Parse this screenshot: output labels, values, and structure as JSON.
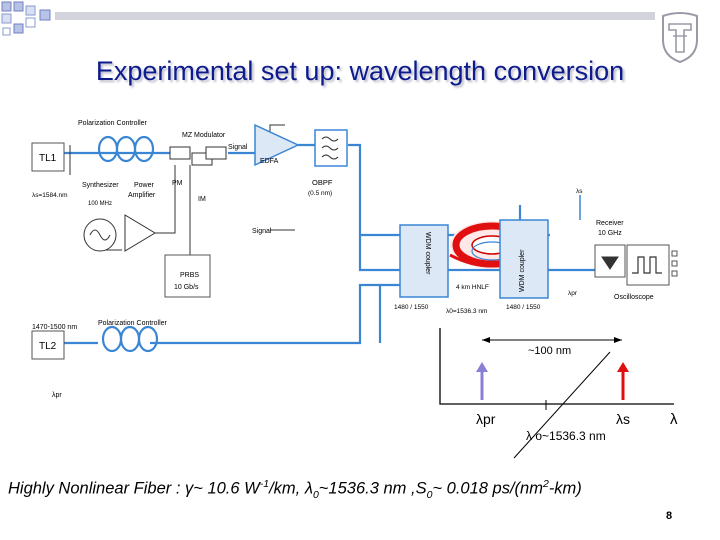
{
  "slide": {
    "title": "Experimental set up: wavelength conversion",
    "page_number": "8",
    "accent_color": "#0d1b8c",
    "square_color": "#8899cc"
  },
  "setup": {
    "tl1": "TL1",
    "tl1_lambda": "λs=1584.nm",
    "pol_ctrl_1": "Polarization Controller",
    "mz_modulator": "MZ Modulator",
    "synthesizer": "Synthesizer",
    "synth_freq": "100 MHz",
    "power_amp_1": "Power",
    "power_amp_2": "Amplifier",
    "pm": "PM",
    "im": "IM",
    "signal_top": "Signal",
    "signal_bottom": "Signal",
    "edfa": "EDFA",
    "obpf": "OBPF",
    "obpf_bw": "(0.5 nm)",
    "prbs_1": "PRBS",
    "prbs_2": "10 Gb/s",
    "wdm_left": "WDM coupler",
    "wdm_right": "WDM coupler",
    "wl_left": "1480 / 1550",
    "wl_right": "1480 / 1550",
    "hnlf": "4 km HNLF",
    "hnlf_lambda": "λ0=1536.3 nm",
    "lambda_s_small": "λs",
    "lambda_pr_small": "λpr",
    "receiver_1": "Receiver",
    "receiver_2": "10 GHz",
    "oscilloscope": "Oscilloscope",
    "tl2_range": "1470-1500 nm",
    "pol_ctrl_2": "Polarization Controller",
    "tl2": "TL2",
    "tl2_lambda": "λpr"
  },
  "spectrum": {
    "span": "~100 nm",
    "lambda_pr": "λpr",
    "lambda_s": "λs",
    "lambda_0": "λ o~1536.3 nm",
    "lambda_axis": "λ",
    "pr_color": "#8a7fd6",
    "s_color": "#e01010"
  },
  "footer": {
    "prefix": "Highly Nonlinear Fiber : γ~ 10.6 W",
    "w_exp": "-1",
    "part2": "/km, λ",
    "l0_sub": "0",
    "part3": "~1536.3 nm ,S",
    "s0_sub": "0",
    "part4": "~ 0.018 ps/(nm",
    "nm_exp": "2",
    "part5": "-km)"
  }
}
